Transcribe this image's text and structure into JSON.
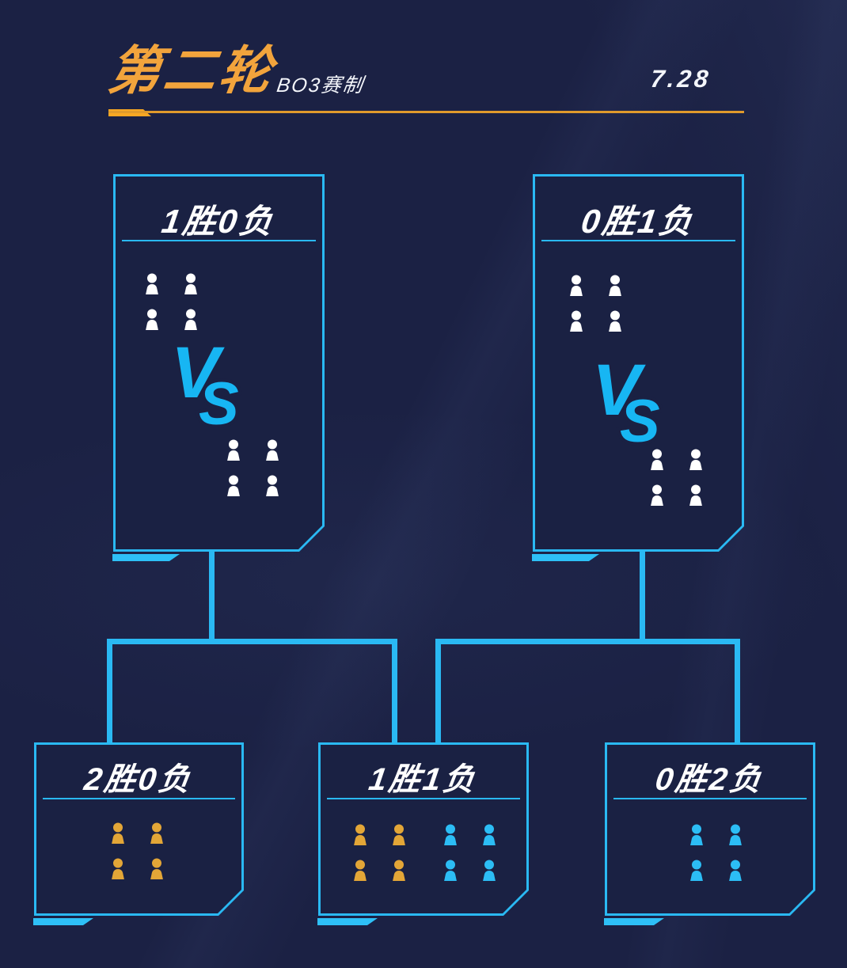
{
  "header": {
    "round_title": "第二轮",
    "format_label": "BO3赛制",
    "date": "7.28"
  },
  "vs_logo": {
    "letters": [
      "V",
      "S"
    ]
  },
  "matches": [
    {
      "record": "1胜0负",
      "team_a_players": 4,
      "team_b_players": 4
    },
    {
      "record": "0胜1负",
      "team_a_players": 4,
      "team_b_players": 4
    }
  ],
  "standings": [
    {
      "record": "2胜0负",
      "groups": [
        {
          "team_color": "gold",
          "players": 4
        }
      ]
    },
    {
      "record": "1胜1负",
      "groups": [
        {
          "team_color": "gold",
          "players": 4
        },
        {
          "team_color": "cyan",
          "players": 4
        }
      ]
    },
    {
      "record": "0胜2负",
      "groups": [
        {
          "team_color": "cyan",
          "players": 4
        }
      ]
    }
  ],
  "colors": {
    "background": "#1b2144",
    "accent_cyan": "#2ab9f3",
    "accent_orange": "#f7a723",
    "icon_gold": "#e3a637",
    "icon_cyan": "#2cbdf5",
    "icon_white": "#ffffff",
    "title_gold": "#f2a43c"
  }
}
